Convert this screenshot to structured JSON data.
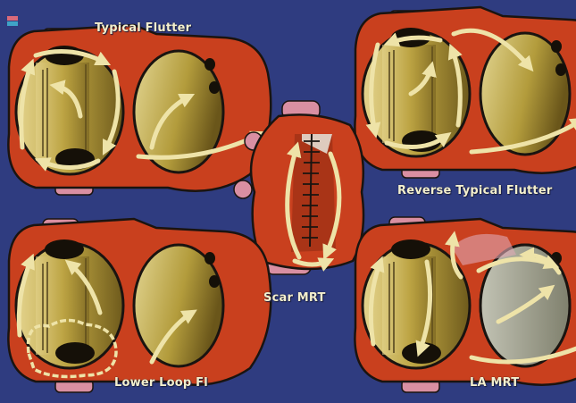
{
  "labels": {
    "typical_flutter": "Typical Flutter",
    "reverse_typical_flutter": "Reverse Typical Flutter",
    "scar_mrt": "Scar MRT",
    "lower_loop_fl": "Lower Loop Fl",
    "la_mrt": "LA MRT"
  },
  "colors": {
    "background": "#2f3c80",
    "heart_tissue": "#c9401e",
    "outline": "#1a1410",
    "chamber_gold": "#b8a244",
    "arrow": "#eee3a8",
    "vessel_pink": "#d98fa2",
    "label_text": "#f3efcf"
  }
}
